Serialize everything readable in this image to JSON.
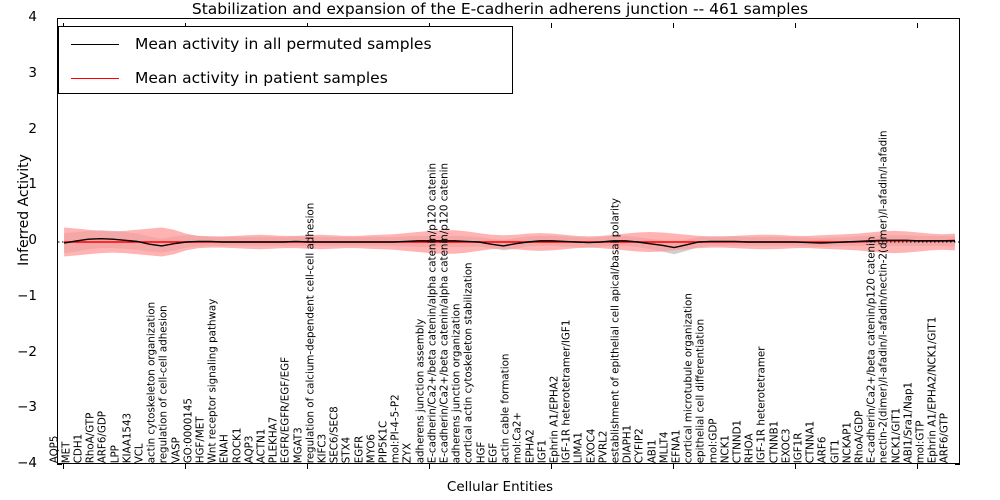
{
  "chart_data": {
    "type": "line",
    "title": "Stabilization and expansion of the E-cadherin adherens junction -- 461 samples",
    "xlabel": "Cellular Entities",
    "ylabel": "Inferred Activity",
    "ylim": [
      -4,
      4
    ],
    "yticks": [
      4,
      3,
      2,
      1,
      0,
      -1,
      -2,
      -3,
      -4
    ],
    "grid": false,
    "legend_position": "upper left",
    "sample_count": "461",
    "legend": [
      {
        "label": "Mean activity in all permuted samples",
        "color": "#000000",
        "style": "solid"
      },
      {
        "label": "Mean activity in patient samples",
        "color": "#ff0000",
        "style": "solid"
      }
    ],
    "band_colors": {
      "permuted": "#c8c8c8",
      "patient": "#ff9999"
    },
    "categories": [
      "AQP5",
      "MET",
      "CDH1",
      "RhoA/GTP",
      "ARF6/GDP",
      "LPP",
      "KIAA1543",
      "VCL",
      "actin cytoskeleton organization",
      "regulation of cell-cell adhesion",
      "VASP",
      "GO:0000145",
      "HGF/MET",
      "Wnt receptor signaling pathway",
      "ENAH",
      "ROCK1",
      "AQP3",
      "ACTN1",
      "PLEKHA7",
      "EGFR/EGFR/EGF/EGF",
      "MGAT3",
      "regulation of calcium-dependent cell-cell adhesion",
      "KIFC3",
      "SEC6/SEC8",
      "STX4",
      "EGFR",
      "MYO6",
      "PIP5K1C",
      "mol:PI-4-5-P2",
      "ZYX",
      "adherens junction assembly",
      "E-cadherin/Ca2+/beta catenin/alpha catenin/p120 catenin",
      "E-cadherin/Ca2+/beta catenin/alpha catenin/p120 catenin",
      "adherens junction organization",
      "cortical actin cytoskeleton stabilization",
      "HGF",
      "EGF",
      "actin cable formation",
      "mol:Ca2+",
      "EPHA2",
      "IGF1",
      "Ephrin A1/EPHA2",
      "IGF-1R heterotetramer/IGF1",
      "LIMA1",
      "EXOC4",
      "PVRL2",
      "establishment of epithelial cell apical/basal polarity",
      "DIAPH1",
      "CYFIP2",
      "ABI1",
      "MLLT4",
      "EFNA1",
      "cortical microtubule organization",
      "epithelial cell differentiation",
      "mol:GDP",
      "NCK1",
      "CTNND1",
      "RHOA",
      "IGF-1R heterotetramer",
      "CTNNB1",
      "EXOC3",
      "IGF1R",
      "CTNNA1",
      "ARF6",
      "GIT1",
      "NCKAP1",
      "RhoA/GDP",
      "E-cadherin/Ca2+/beta catenin/p120 catenin",
      "nectin-2(dimer)/l-afadin/l-afadin/nectin-2(dimer)/l-afadin/l-afadin",
      "NCK1/GIT1",
      "ABI1/Sra1/Nap1",
      "mol:GTP",
      "Ephrin A1/EPHA2/NCK1/GIT1",
      "ARF6/GTP"
    ],
    "series": [
      {
        "name": "Mean activity in all permuted samples",
        "color": "#000000",
        "values": [
          -0.02,
          0.02,
          0.05,
          0.06,
          0.05,
          0.03,
          0.01,
          -0.04,
          -0.07,
          -0.03,
          0.0,
          0.01,
          0.01,
          0.0,
          0.0,
          0.0,
          0.0,
          0.0,
          0.0,
          0.01,
          0.0,
          0.0,
          0.0,
          0.0,
          0.0,
          0.0,
          0.0,
          0.0,
          0.01,
          0.02,
          0.02,
          0.02,
          0.02,
          0.01,
          0.0,
          -0.04,
          -0.07,
          -0.03,
          0.0,
          0.02,
          0.02,
          0.01,
          0.0,
          -0.01,
          0.0,
          0.02,
          0.02,
          0.0,
          -0.03,
          -0.06,
          -0.1,
          -0.05,
          0.0,
          0.01,
          0.01,
          0.01,
          0.0,
          0.0,
          0.0,
          0.0,
          0.0,
          -0.01,
          -0.02,
          -0.01,
          0.0,
          0.01,
          0.02,
          0.03,
          0.03,
          0.03,
          0.02,
          0.02,
          0.02,
          0.02
        ],
        "band_lower": [
          -0.2,
          -0.17,
          -0.13,
          -0.11,
          -0.11,
          -0.12,
          -0.14,
          -0.17,
          -0.19,
          -0.15,
          -0.1,
          -0.08,
          -0.07,
          -0.07,
          -0.07,
          -0.07,
          -0.07,
          -0.07,
          -0.07,
          -0.07,
          -0.07,
          -0.07,
          -0.07,
          -0.07,
          -0.07,
          -0.07,
          -0.07,
          -0.07,
          -0.08,
          -0.09,
          -0.09,
          -0.09,
          -0.09,
          -0.09,
          -0.08,
          -0.11,
          -0.15,
          -0.12,
          -0.08,
          -0.07,
          -0.07,
          -0.08,
          -0.09,
          -0.1,
          -0.08,
          -0.07,
          -0.07,
          -0.09,
          -0.13,
          -0.17,
          -0.22,
          -0.16,
          -0.09,
          -0.07,
          -0.07,
          -0.07,
          -0.07,
          -0.07,
          -0.07,
          -0.07,
          -0.07,
          -0.08,
          -0.09,
          -0.08,
          -0.07,
          -0.07,
          -0.07,
          -0.07,
          -0.07,
          -0.07,
          -0.07,
          -0.07,
          -0.07,
          -0.08
        ],
        "band_upper": [
          0.16,
          0.18,
          0.2,
          0.21,
          0.2,
          0.18,
          0.15,
          0.1,
          0.06,
          0.1,
          0.12,
          0.11,
          0.1,
          0.09,
          0.09,
          0.09,
          0.09,
          0.09,
          0.09,
          0.1,
          0.09,
          0.09,
          0.09,
          0.09,
          0.09,
          0.09,
          0.09,
          0.09,
          0.1,
          0.11,
          0.11,
          0.11,
          0.11,
          0.1,
          0.09,
          0.06,
          0.03,
          0.07,
          0.1,
          0.11,
          0.11,
          0.1,
          0.09,
          0.08,
          0.09,
          0.11,
          0.11,
          0.09,
          0.06,
          0.03,
          0.0,
          0.04,
          0.09,
          0.1,
          0.1,
          0.1,
          0.09,
          0.09,
          0.09,
          0.09,
          0.09,
          0.08,
          0.07,
          0.08,
          0.09,
          0.1,
          0.11,
          0.12,
          0.12,
          0.12,
          0.11,
          0.11,
          0.11,
          0.11
        ]
      },
      {
        "name": "Mean activity in patient samples",
        "color": "#ff0000",
        "values": [
          0.0,
          0.0,
          0.0,
          0.0,
          0.0,
          0.0,
          0.0,
          0.0,
          0.0,
          0.0,
          0.0,
          0.0,
          0.0,
          0.0,
          0.0,
          0.0,
          0.0,
          0.0,
          0.0,
          0.0,
          0.0,
          0.0,
          0.0,
          0.0,
          0.0,
          0.0,
          0.0,
          0.0,
          0.0,
          0.0,
          0.0,
          0.0,
          0.0,
          0.0,
          0.0,
          0.0,
          0.0,
          0.0,
          0.0,
          0.0,
          0.0,
          0.0,
          0.0,
          0.0,
          0.0,
          0.0,
          0.0,
          0.0,
          0.0,
          0.0,
          0.0,
          0.0,
          0.0,
          0.0,
          0.0,
          0.0,
          0.0,
          0.0,
          0.0,
          0.0,
          0.0,
          0.0,
          0.0,
          0.0,
          0.0,
          0.0,
          0.01,
          0.02,
          0.02,
          0.02,
          0.02,
          0.02,
          0.02,
          0.03
        ],
        "band_lower": [
          -0.26,
          -0.24,
          -0.22,
          -0.2,
          -0.19,
          -0.2,
          -0.22,
          -0.24,
          -0.26,
          -0.22,
          -0.15,
          -0.11,
          -0.1,
          -0.1,
          -0.11,
          -0.12,
          -0.13,
          -0.12,
          -0.11,
          -0.11,
          -0.12,
          -0.13,
          -0.12,
          -0.11,
          -0.11,
          -0.12,
          -0.13,
          -0.14,
          -0.16,
          -0.18,
          -0.2,
          -0.21,
          -0.21,
          -0.19,
          -0.16,
          -0.13,
          -0.12,
          -0.13,
          -0.15,
          -0.16,
          -0.15,
          -0.13,
          -0.11,
          -0.1,
          -0.11,
          -0.13,
          -0.15,
          -0.17,
          -0.18,
          -0.17,
          -0.15,
          -0.13,
          -0.11,
          -0.1,
          -0.1,
          -0.11,
          -0.12,
          -0.13,
          -0.13,
          -0.12,
          -0.11,
          -0.11,
          -0.12,
          -0.13,
          -0.14,
          -0.15,
          -0.17,
          -0.19,
          -0.2,
          -0.19,
          -0.17,
          -0.15,
          -0.14,
          -0.15
        ],
        "band_upper": [
          0.26,
          0.24,
          0.22,
          0.2,
          0.19,
          0.2,
          0.22,
          0.24,
          0.26,
          0.22,
          0.15,
          0.11,
          0.1,
          0.1,
          0.11,
          0.12,
          0.13,
          0.12,
          0.11,
          0.11,
          0.12,
          0.13,
          0.12,
          0.11,
          0.11,
          0.12,
          0.13,
          0.14,
          0.16,
          0.18,
          0.2,
          0.21,
          0.21,
          0.19,
          0.16,
          0.13,
          0.12,
          0.13,
          0.15,
          0.16,
          0.15,
          0.13,
          0.11,
          0.1,
          0.11,
          0.13,
          0.15,
          0.17,
          0.18,
          0.17,
          0.15,
          0.13,
          0.11,
          0.1,
          0.1,
          0.11,
          0.12,
          0.13,
          0.13,
          0.12,
          0.11,
          0.11,
          0.12,
          0.13,
          0.14,
          0.15,
          0.17,
          0.19,
          0.2,
          0.19,
          0.17,
          0.15,
          0.14,
          0.15
        ]
      }
    ]
  }
}
